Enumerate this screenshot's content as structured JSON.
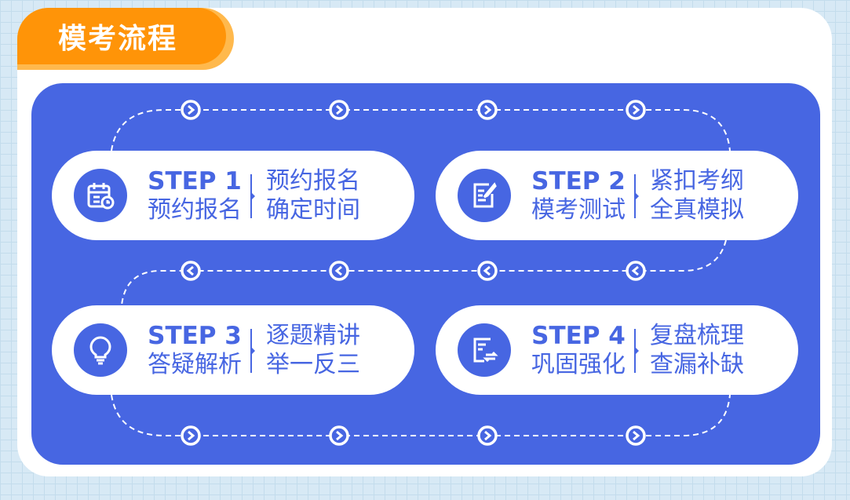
{
  "title": "模考流程",
  "steps": [
    {
      "step": "STEP 1",
      "name": "预约报名",
      "line1": "预约报名",
      "line2": "确定时间",
      "icon": "calendar-clock-icon"
    },
    {
      "step": "STEP 2",
      "name": "模考测试",
      "line1": "紧扣考纲",
      "line2": "全真模拟",
      "icon": "document-pen-icon"
    },
    {
      "step": "STEP 3",
      "name": "答疑解析",
      "line1": "逐题精讲",
      "line2": "举一反三",
      "icon": "lightbulb-icon"
    },
    {
      "step": "STEP 4",
      "name": "巩固强化",
      "line1": "复盘梳理",
      "line2": "查漏补缺",
      "icon": "document-refresh-icon"
    }
  ],
  "colors": {
    "accent": "#4766e2",
    "orange": "#ff9408"
  }
}
